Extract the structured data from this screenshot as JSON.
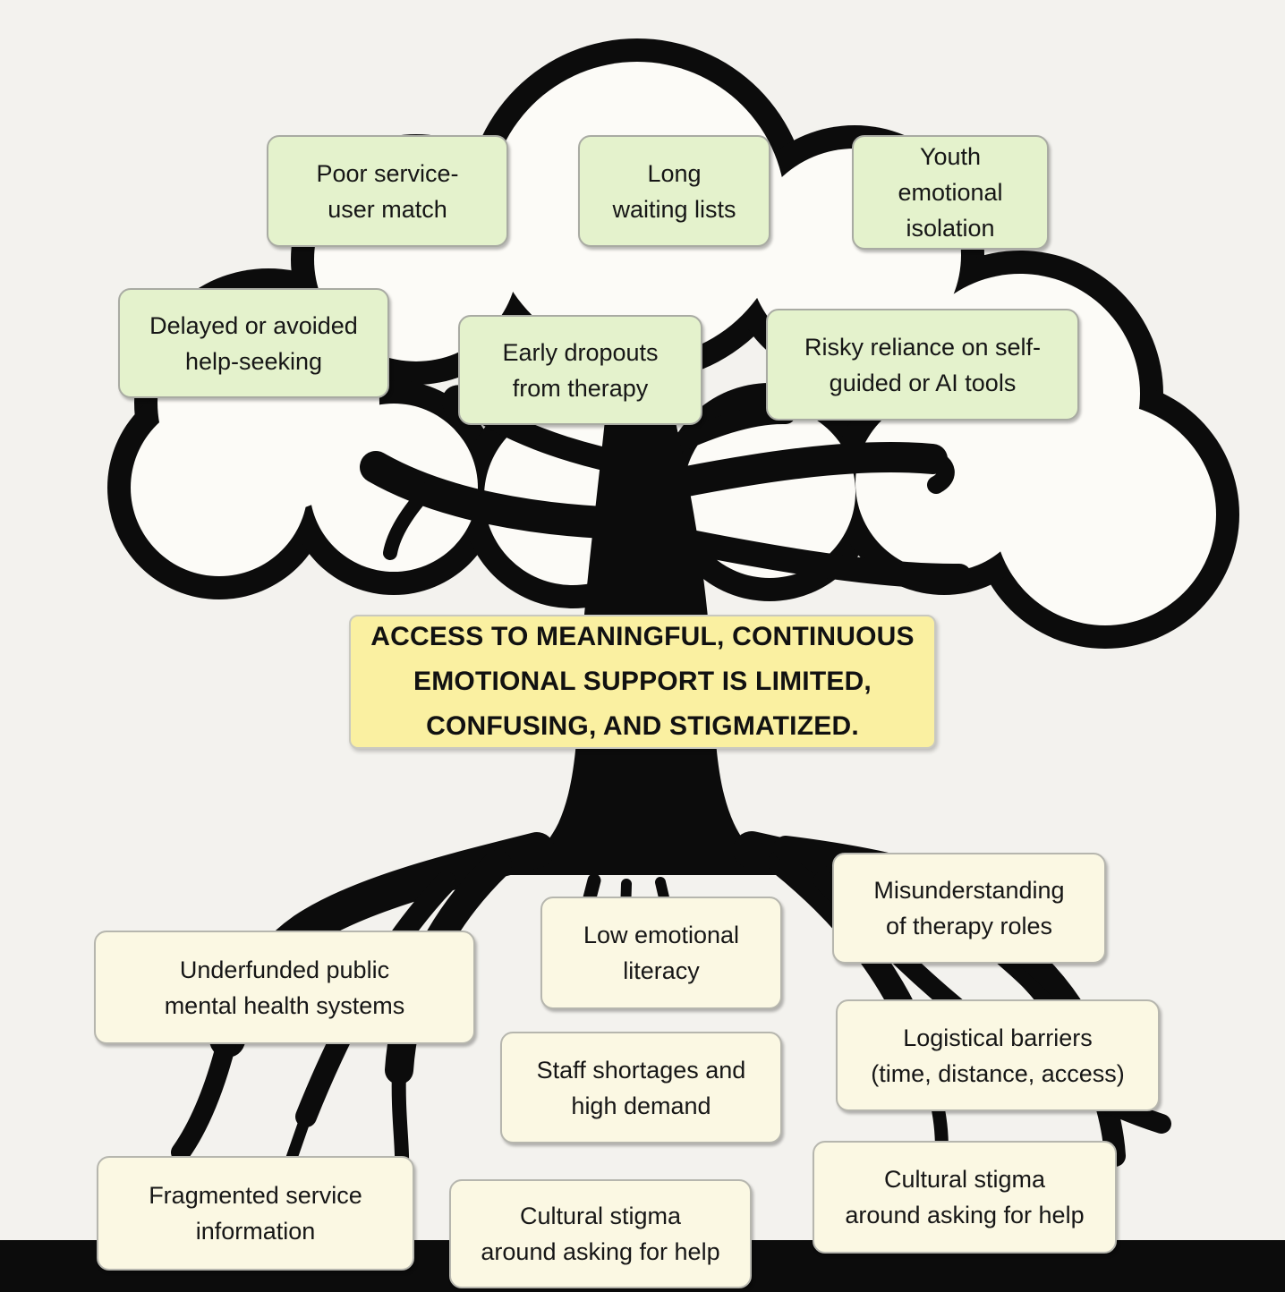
{
  "diagram": {
    "type": "problem-tree",
    "core_problem": {
      "label": "ACCESS TO MEANINGFUL, CONTINUOUS\nEMOTIONAL SUPPORT IS LIMITED,\nCONFUSING, AND STIGMATIZED."
    },
    "effects": [
      {
        "label": "Poor service-\nuser match"
      },
      {
        "label": "Long\nwaiting lists"
      },
      {
        "label": "Youth\nemotional\nisolation"
      },
      {
        "label": "Delayed or avoided\nhelp-seeking"
      },
      {
        "label": "Early dropouts\nfrom therapy"
      },
      {
        "label": "Risky reliance on self-\nguided or AI tools"
      }
    ],
    "causes": [
      {
        "label": "Misunderstanding\nof therapy roles"
      },
      {
        "label": "Low emotional\nliteracy"
      },
      {
        "label": "Underfunded public\nmental health systems"
      },
      {
        "label": "Logistical barriers\n(time, distance, access)"
      },
      {
        "label": "Staff shortages and\nhigh demand"
      },
      {
        "label": "Fragmented service\ninformation"
      },
      {
        "label": "Cultural stigma\naround asking for help"
      },
      {
        "label": "Cultural stigma\naround asking for help"
      }
    ],
    "colors": {
      "background": "#f3f2ee",
      "canopy_fill": "#fcfbf7",
      "tree_black": "#0c0c0c",
      "effect_box": "#e4f2cc",
      "cause_box": "#fbf8e3",
      "core_box": "#faf0a1"
    }
  }
}
